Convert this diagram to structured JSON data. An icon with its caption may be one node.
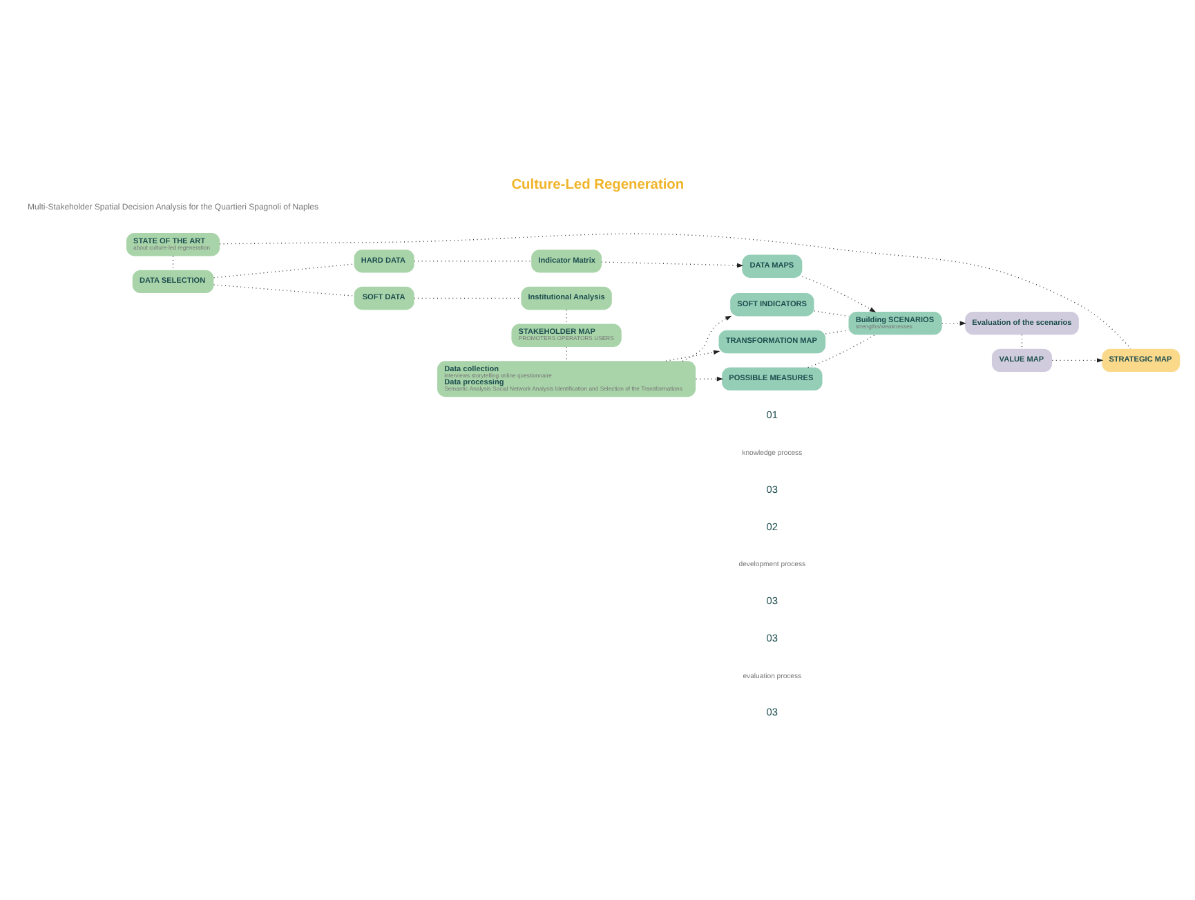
{
  "diagram": {
    "title": "Culture-Led Regeneration",
    "nodes": [
      {
        "text": [
          "STATE OF THE ART",
          "about culture-led regeneration"
        ]
      },
      {
        "text": [
          "DATA SELECTION"
        ]
      },
      {
        "text": [
          "HARD DATA"
        ]
      },
      {
        "text": [
          "SOFT DATA"
        ]
      },
      {
        "text": [
          "Indicator Matrix"
        ]
      },
      {
        "text": [
          "Institutional Analysis"
        ]
      },
      {
        "text": [
          "DATA MAPS"
        ]
      },
      {
        "text": [
          "STAKEHOLDER MAP",
          "PROMOTERS OPERATORS USERS"
        ]
      },
      {
        "text": [
          "Data collection",
          "interviews storytelling online questionnaire",
          "Data processing",
          "Semantic Analysis Social Network Analysis Identification and Selection of the Transformations"
        ]
      },
      {
        "text": [
          "Building SCENARIOS",
          "strengths/weaknesses"
        ]
      },
      {
        "text": [
          "SOFT INDICATORS"
        ]
      },
      {
        "text": [
          "TRANSFORMATION MAP"
        ]
      },
      {
        "text": [
          "POSSIBLE MEASURES"
        ]
      },
      {
        "text": [
          "Evaluation of the scenarios"
        ]
      },
      {
        "text": [
          "VALUE MAP"
        ]
      },
      {
        "text": [
          "STRATEGIC MAP"
        ]
      }
    ],
    "edges": [
      {
        "from": 0,
        "to": 1,
        "arrow": "none"
      },
      {
        "from": 1,
        "to": 2,
        "arrow": "none"
      },
      {
        "from": 1,
        "to": 3,
        "arrow": "none"
      },
      {
        "from": 2,
        "to": 4,
        "arrow": "none"
      },
      {
        "from": 4,
        "to": 6,
        "arrow": "to"
      },
      {
        "from": 3,
        "to": 5,
        "arrow": "none"
      },
      {
        "from": 5,
        "to": 7,
        "arrow": "none"
      },
      {
        "from": 7,
        "to": 8,
        "arrow": "none"
      },
      {
        "from": 8,
        "to": 10,
        "arrow": "to"
      },
      {
        "from": 8,
        "to": 11,
        "arrow": "to"
      },
      {
        "from": 8,
        "to": 12,
        "arrow": "to"
      },
      {
        "from": 6,
        "to": 9,
        "arrow": "to"
      },
      {
        "from": 10,
        "to": 9,
        "arrow": "none"
      },
      {
        "from": 11,
        "to": 9,
        "arrow": "none"
      },
      {
        "from": 12,
        "to": 9,
        "arrow": "none"
      },
      {
        "from": 9,
        "to": 13,
        "arrow": "to"
      },
      {
        "from": 13,
        "to": 14,
        "arrow": "none"
      },
      {
        "from": 14,
        "to": 15,
        "arrow": "to"
      },
      {
        "from": 0,
        "to": 15,
        "arrow": "none"
      }
    ],
    "labels": [
      "Multi-Stakeholder Spatial Decision Analysis for the Quartieri Spagnoli of Naples",
      "01",
      "knowledge process",
      "03",
      "02",
      "development process",
      "03",
      "03",
      "evaluation process",
      "03"
    ]
  }
}
